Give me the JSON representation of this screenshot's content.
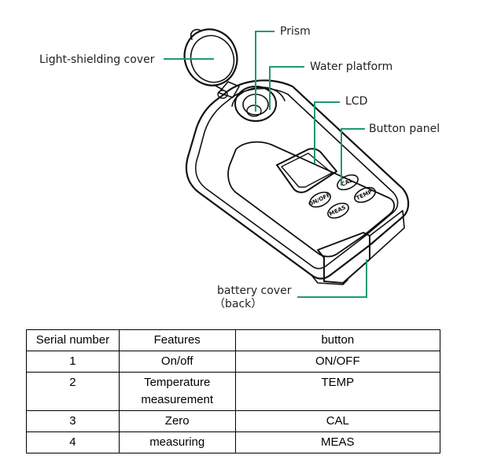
{
  "callouts": {
    "light_cover": "Light-shielding cover",
    "prism": "Prism",
    "water_platform": "Water platform",
    "lcd": "LCD",
    "button_panel": "Button panel",
    "battery_cover_1": "battery cover",
    "battery_cover_2": "（back）"
  },
  "device_buttons": {
    "onoff": "ON/OFF",
    "cal": "CAL",
    "temp": "TEMP",
    "meas": "MEAS"
  },
  "table": {
    "headers": [
      "Serial number",
      "Features",
      "button"
    ],
    "rows": [
      [
        "1",
        "On/off",
        "ON/OFF"
      ],
      [
        "2",
        "Temperature measurement",
        "TEMP"
      ],
      [
        "3",
        "Zero",
        "CAL"
      ],
      [
        "4",
        "measuring",
        "MEAS"
      ]
    ]
  },
  "colors": {
    "leader_lines": "#1e9a6e",
    "outline": "#111111"
  }
}
